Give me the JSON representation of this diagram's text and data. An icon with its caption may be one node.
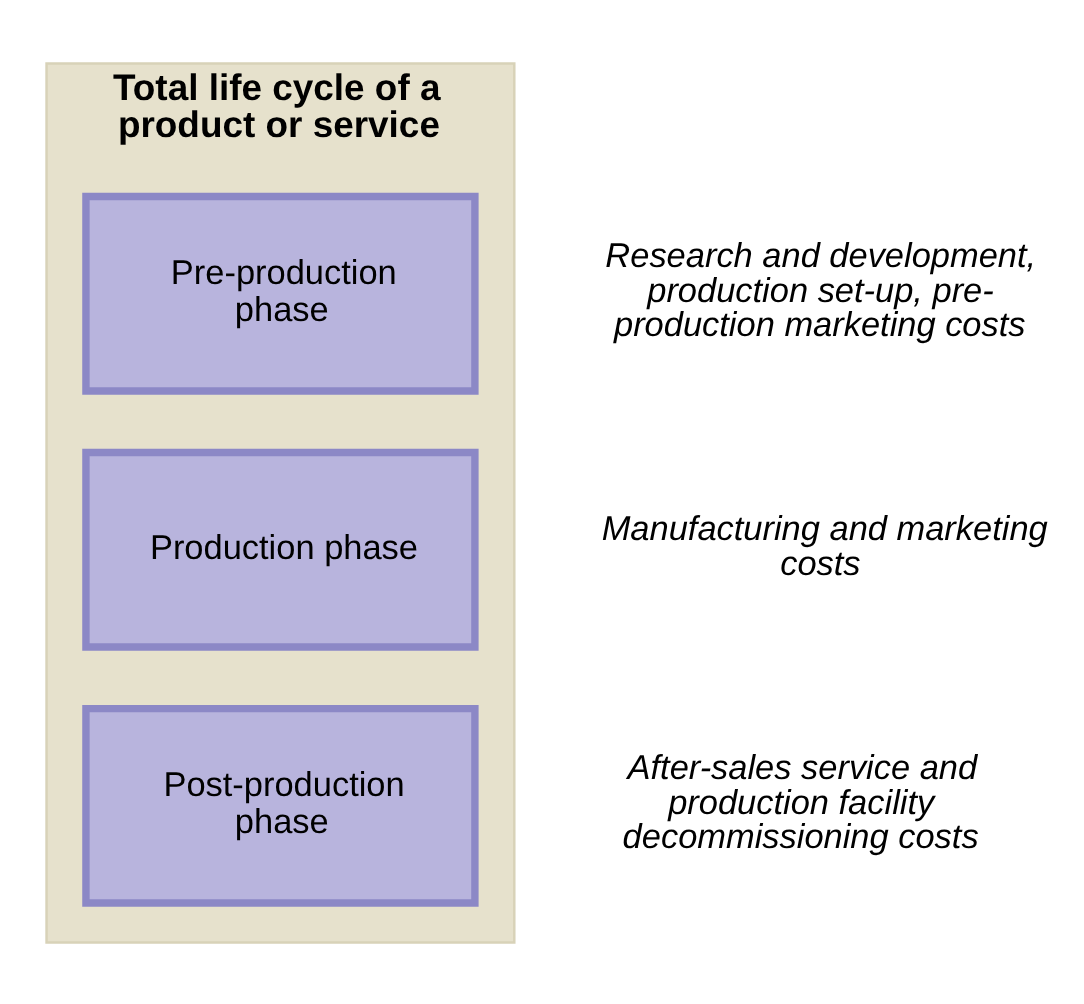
{
  "diagram": {
    "nodes": [
      {
        "text": [
          "Total life cycle of a product or service"
        ]
      },
      {
        "text": [
          "Pre-production phase"
        ],
        "in": 0
      },
      {
        "text": [
          "Production phase"
        ],
        "in": 0
      },
      {
        "text": [
          "Post-production phase"
        ],
        "in": 0
      }
    ],
    "labels": [
      "Research and development, production set-up, pre-production marketing costs",
      "Manufacturing and marketing costs",
      "After-sales service and production facility decommissioning costs"
    ]
  }
}
